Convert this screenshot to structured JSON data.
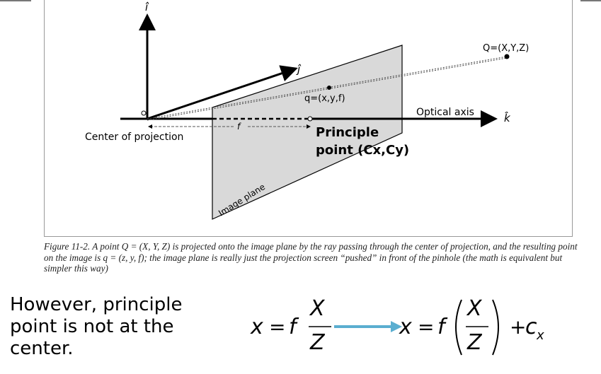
{
  "diagram": {
    "axis_i": "î",
    "axis_j": "ĵ",
    "axis_k": "k̂",
    "point_Q": "Q=(X,Y,Z)",
    "point_q": "q=(x,y,f)",
    "optical_axis": "Optical axis",
    "center_of_projection": "Center of projection",
    "f_label": "f",
    "principle_point_line1": "Principle",
    "principle_point_line2": "point (Cx,Cy)",
    "image_plane": "Image plane"
  },
  "caption": "Figure 11-2. A point Q = (X, Y, Z) is projected onto the image plane by the ray passing through the center of projection, and the resulting point on the image is q = (z, y, f); the image plane is really just the projection screen “pushed” in front of the pinhole (the math is equivalent but simpler this way)",
  "text": {
    "line1": "However, principle",
    "line2": "point is not at the",
    "line3": "center."
  },
  "formula": {
    "lhs_x": "x",
    "eq": "=",
    "f": "f",
    "X": "X",
    "Z": "Z",
    "plus": "+",
    "c": "c",
    "c_sub": "x",
    "arrow_color": "#5aaed0"
  }
}
